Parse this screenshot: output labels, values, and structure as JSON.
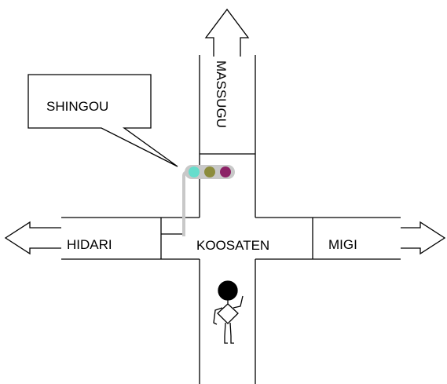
{
  "labels": {
    "callout": "SHINGOU",
    "up_road": "MASSUGU",
    "left_road": "HIDARI",
    "right_road": "MIGI",
    "center": "KOOSATEN"
  },
  "traffic_light": {
    "lamps": [
      {
        "name": "green-lamp",
        "color": "#66ddcc"
      },
      {
        "name": "yellow-lamp",
        "color": "#8c8c3c"
      },
      {
        "name": "red-lamp",
        "color": "#8c2266"
      }
    ],
    "housing_color": "#c8c8c8",
    "pole_color": "#c8c8c8"
  },
  "colors": {
    "line": "#000000",
    "background": "#ffffff"
  },
  "icons": [
    "up-arrow-icon",
    "left-arrow-icon",
    "right-arrow-icon",
    "pedestrian-icon",
    "traffic-light-icon"
  ]
}
